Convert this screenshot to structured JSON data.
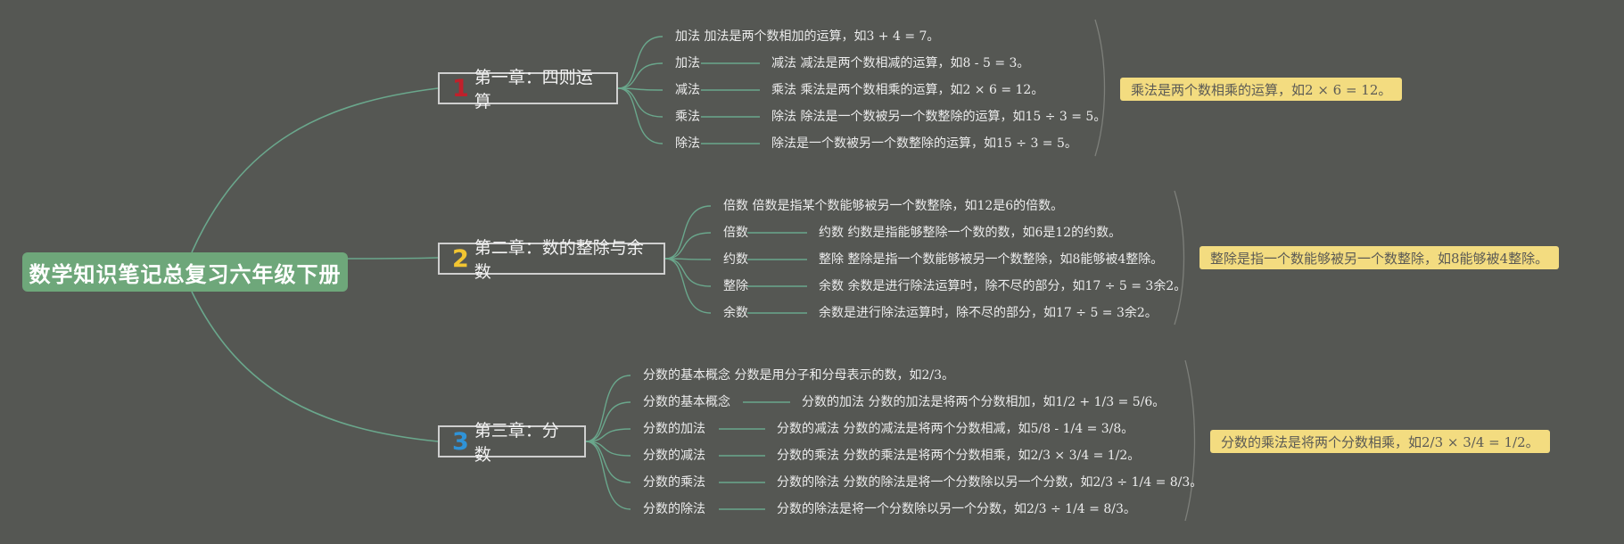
{
  "root": {
    "title": "数学知识笔记总复习六年级下册"
  },
  "colors": {
    "wire": "#6aa78c",
    "bracket": "#7d7f7a",
    "highlight": "#f3dc80",
    "root_bg": "#6ea77a"
  },
  "chapters": [
    {
      "num": "1",
      "num_color": "#c0202b",
      "title": "第一章：四则运算",
      "rows": [
        {
          "left": "加法 加法是两个数相加的运算，如3 + 4 = 7。",
          "right": ""
        },
        {
          "left": "加法",
          "right": "减法 减法是两个数相减的运算，如8 - 5 = 3。"
        },
        {
          "left": "减法",
          "right": "乘法 乘法是两个数相乘的运算，如2 × 6 = 12。"
        },
        {
          "left": "乘法",
          "right": "除法 除法是一个数被另一个数整除的运算，如15 ÷ 3 = 5。"
        },
        {
          "left": "除法",
          "right": "除法是一个数被另一个数整除的运算，如15 ÷ 3 = 5。"
        }
      ],
      "highlight": "乘法是两个数相乘的运算，如2 × 6 = 12。"
    },
    {
      "num": "2",
      "num_color": "#f2c531",
      "title": "第二章：数的整除与余数",
      "rows": [
        {
          "left": "倍数 倍数是指某个数能够被另一个数整除，如12是6的倍数。",
          "right": ""
        },
        {
          "left": "倍数",
          "right": "约数 约数是指能够整除一个数的数，如6是12的约数。"
        },
        {
          "left": "约数",
          "right": "整除 整除是指一个数能够被另一个数整除，如8能够被4整除。"
        },
        {
          "left": "整除",
          "right": "余数 余数是进行除法运算时，除不尽的部分，如17 ÷ 5 = 3余2。"
        },
        {
          "left": "余数",
          "right": "余数是进行除法运算时，除不尽的部分，如17 ÷ 5 = 3余2。"
        }
      ],
      "highlight": "整除是指一个数能够被另一个数整除，如8能够被4整除。"
    },
    {
      "num": "3",
      "num_color": "#2f93d8",
      "title": "第三章：分数",
      "rows": [
        {
          "left": "分数的基本概念 分数是用分子和分母表示的数，如2/3。",
          "right": ""
        },
        {
          "left": "分数的基本概念",
          "right": "分数的加法 分数的加法是将两个分数相加，如1/2 + 1/3 = 5/6。"
        },
        {
          "left": "分数的加法",
          "right": "分数的减法 分数的减法是将两个分数相减，如5/8 - 1/4 = 3/8。"
        },
        {
          "left": "分数的减法",
          "right": "分数的乘法 分数的乘法是将两个分数相乘，如2/3 × 3/4 = 1/2。"
        },
        {
          "left": "分数的乘法",
          "right": "分数的除法 分数的除法是将一个分数除以另一个分数，如2/3 ÷ 1/4 = 8/3。"
        },
        {
          "left": "分数的除法",
          "right": "分数的除法是将一个分数除以另一个分数，如2/3 ÷ 1/4 = 8/3。"
        }
      ],
      "highlight": "分数的乘法是将两个分数相乘，如2/3 × 3/4 = 1/2。"
    }
  ]
}
